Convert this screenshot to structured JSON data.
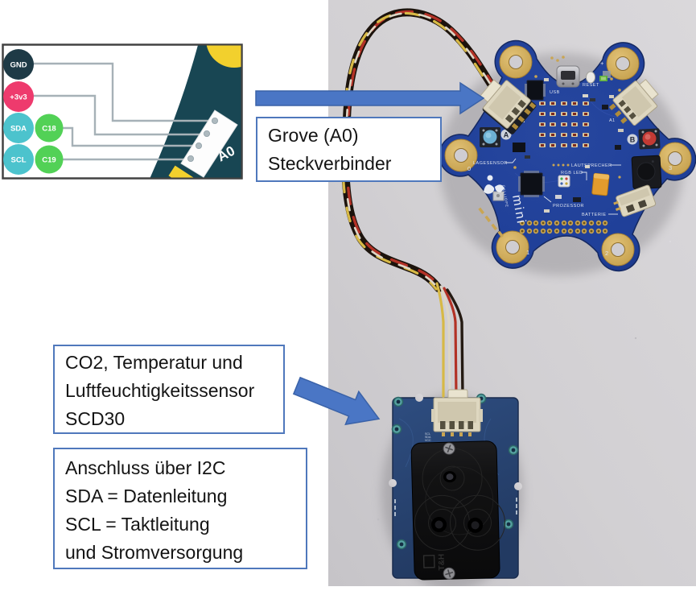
{
  "pinout": {
    "pins": [
      {
        "label": "GND",
        "color": "#1e3a46"
      },
      {
        "label": "+3v3",
        "color": "#ee3a6d"
      },
      {
        "label": "SDA",
        "color": "#4cc3cd"
      },
      {
        "label": "SCL",
        "color": "#4cc3cd"
      }
    ],
    "pads": [
      {
        "label": "C18",
        "color": "#52d156"
      },
      {
        "label": "C19",
        "color": "#52d156"
      }
    ],
    "connector_label": "A0"
  },
  "callouts": {
    "grove": {
      "lines": [
        "Grove (A0)",
        "Steckverbinder"
      ]
    },
    "sensor": {
      "lines": [
        "CO2, Temperatur und",
        "Luftfeuchtigkeitssensor",
        "SCD30"
      ]
    },
    "i2c": {
      "lines": [
        "Anschluss über I2C",
        "SDA = Datenleitung",
        "SCL = Taktleitung",
        "und Stromversorgung"
      ]
    }
  },
  "board": {
    "labels": {
      "lagesensor": "LAGESENSOR",
      "lautsprecher": "LAUTSPRECHER",
      "rgb_led": "RGB LED",
      "prozessor": "PROZESSOR",
      "batterie": "BATTERIE",
      "reset": "RESET",
      "usb": "USB",
      "a1": "A1",
      "plus": "+",
      "button_a": "A",
      "button_b": "B",
      "corner_0": "0",
      "corner_1": "1",
      "corner_2": "2",
      "corner_3": "3",
      "brand": "CALLIOPE",
      "brand_mini": "mini"
    }
  },
  "sensor_board": {
    "pin_labels": [
      "SCL",
      "SDA",
      "VCC",
      "GND"
    ],
    "module_label": "T&H"
  },
  "colors": {
    "arrow_fill": "#4a76c5",
    "arrow_edge": "#3a62a8",
    "callout_border": "#4f78bc",
    "pcb_blue": "#1f3f98",
    "sensor_pcb_blue": "#2a4470",
    "gold_pad": "#c9a553",
    "diagram_teal": "#184653",
    "diagram_yellow": "#f2d02d",
    "photo_bg": "#d2d0d3"
  }
}
